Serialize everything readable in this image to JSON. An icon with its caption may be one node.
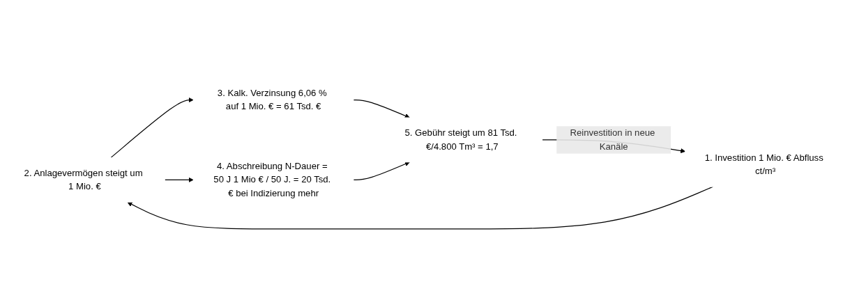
{
  "diagram": {
    "nodes": [
      {
        "text": [
          "2. Anlagevermögen steigt um 1 Mio. €"
        ]
      },
      {
        "text": [
          "3. Kalk. Verzinsung 6,06 % auf 1 Mio. € = 61 Tsd. €"
        ]
      },
      {
        "text": [
          "4. Abschreibung N-Dauer = 50 J 1 Mio € / 50 J. = 20 Tsd. € bei Indizierung mehr"
        ]
      },
      {
        "text": [
          "1. Investition 1 Mio. € Abfluss ct/m³"
        ]
      },
      {
        "text": [
          "5. Gebühr steigt um 81 Tsd. €/4.800 Tm³ = 1,7"
        ]
      }
    ],
    "edges": [
      {
        "from": 3,
        "to": 0,
        "arrow": "to"
      },
      {
        "from": 0,
        "to": 1,
        "arrow": "to"
      },
      {
        "from": 0,
        "to": 2,
        "arrow": "to"
      },
      {
        "from": 1,
        "to": 4,
        "arrow": "to"
      },
      {
        "from": 2,
        "to": 4,
        "arrow": "to"
      },
      {
        "from": 4,
        "to": 3,
        "arrow": "to",
        "label": "Reinvestition in neue Kanäle"
      }
    ]
  }
}
